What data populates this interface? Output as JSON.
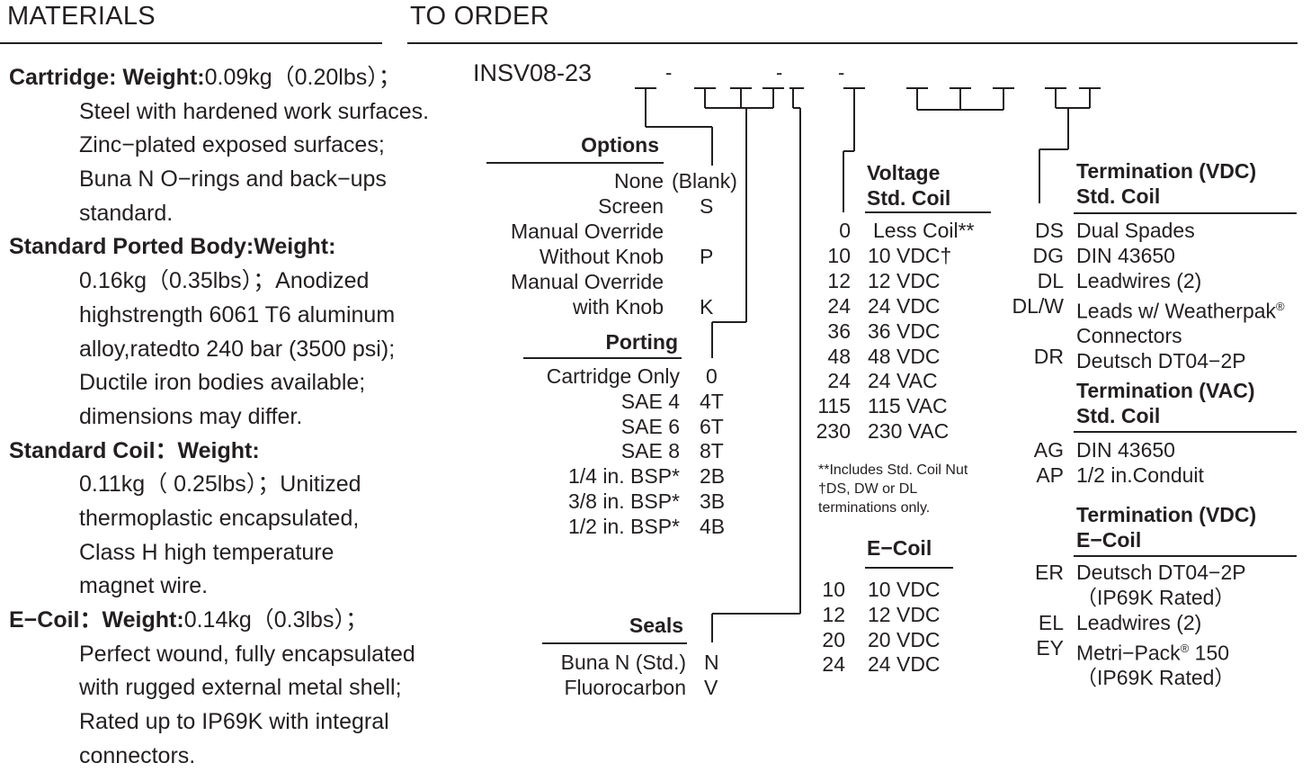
{
  "materials": {
    "title": "MATERIALS",
    "cartridge_label": "Cartridge: Weight:",
    "cartridge_weight": "0.09kg（0.20lbs）；",
    "cartridge_lines": [
      "Steel with hardened work surfaces.",
      "Zinc−plated exposed surfaces;",
      "Buna N O−rings and back−ups",
      "standard."
    ],
    "body_label": "Standard Ported Body:Weight:",
    "body_lines": [
      "0.16kg（0.35lbs）；Anodized",
      "highstrength 6061 T6 aluminum",
      "alloy,ratedto 240 bar (3500 psi);",
      "Ductile iron bodies available;",
      "dimensions may differ."
    ],
    "coil_label": "Standard Coil：Weight:",
    "coil_lines": [
      "0.11kg（ 0.25lbs）；Unitized",
      "thermoplastic encapsulated,",
      "Class H high temperature",
      "magnet wire."
    ],
    "ecoil_label": "E−Coil：Weight:",
    "ecoil_weight": "0.14kg（0.3lbs）；",
    "ecoil_lines": [
      "Perfect wound, fully encapsulated",
      "with rugged external metal shell;",
      "Rated up to IP69K with integral",
      "connectors."
    ]
  },
  "order": {
    "title": "TO ORDER",
    "model": "INSV08-23",
    "dash": "-",
    "options": {
      "header": "Options",
      "items": [
        {
          "name": "None",
          "code": "(Blank)"
        },
        {
          "name": "Screen",
          "code": "S"
        },
        {
          "name": "Manual Override",
          "code": ""
        },
        {
          "name": "Without Knob",
          "code": "P"
        },
        {
          "name": "Manual Override",
          "code": ""
        },
        {
          "name": "with Knob",
          "code": "K"
        }
      ]
    },
    "porting": {
      "header": "Porting",
      "items": [
        {
          "name": "Cartridge Only",
          "code": "0"
        },
        {
          "name": "SAE 4",
          "code": "4T"
        },
        {
          "name": "SAE 6",
          "code": "6T"
        },
        {
          "name": "SAE 8",
          "code": "8T"
        },
        {
          "name": "1/4 in. BSP*",
          "code": "2B"
        },
        {
          "name": "3/8 in. BSP*",
          "code": "3B"
        },
        {
          "name": "1/2 in. BSP*",
          "code": "4B"
        }
      ]
    },
    "seals": {
      "header": "Seals",
      "items": [
        {
          "name": "Buna N (Std.)",
          "code": "N"
        },
        {
          "name": "Fluorocarbon",
          "code": "V"
        }
      ]
    },
    "voltage": {
      "header_line1": "Voltage",
      "header_line2": "Std. Coil",
      "items": [
        {
          "code": "0",
          "name": "Less Coil**"
        },
        {
          "code": "10",
          "name": "10 VDC†"
        },
        {
          "code": "12",
          "name": "12 VDC"
        },
        {
          "code": "24",
          "name": "24 VDC"
        },
        {
          "code": "36",
          "name": "36 VDC"
        },
        {
          "code": "48",
          "name": "48 VDC"
        },
        {
          "code": "24",
          "name": "24 VAC"
        },
        {
          "code": "115",
          "name": "115 VAC"
        },
        {
          "code": "230",
          "name": "230 VAC"
        }
      ],
      "notes": [
        "**Includes Std. Coil Nut",
        "†DS, DW or DL",
        "terminations only."
      ]
    },
    "ecoil": {
      "header": "E−Coil",
      "items": [
        {
          "code": "10",
          "name": "10 VDC"
        },
        {
          "code": "12",
          "name": "12 VDC"
        },
        {
          "code": "20",
          "name": "20 VDC"
        },
        {
          "code": "24",
          "name": "24 VDC"
        }
      ]
    },
    "term_vdc_std": {
      "header_line1": "Termination (VDC)",
      "header_line2": "Std. Coil",
      "items": [
        {
          "code": "DS",
          "name": "Dual Spades"
        },
        {
          "code": "DG",
          "name": "DIN 43650"
        },
        {
          "code": "DL",
          "name": "Leadwires (2)"
        },
        {
          "code": "DL/W",
          "name": "Leads w/ Weatherpak",
          "sup": "®"
        },
        {
          "code": "",
          "name": "Connectors"
        },
        {
          "code": "DR",
          "name": "Deutsch DT04−2P"
        }
      ]
    },
    "term_vac_std": {
      "header_line1": "Termination (VAC)",
      "header_line2": "Std. Coil",
      "items": [
        {
          "code": "AG",
          "name": "DIN 43650"
        },
        {
          "code": "AP",
          "name": "1/2 in.Conduit"
        }
      ]
    },
    "term_vdc_ecoil": {
      "header_line1": "Termination (VDC)",
      "header_line2": "E−Coil",
      "items": [
        {
          "code": "ER",
          "name": "Deutsch DT04−2P"
        },
        {
          "code": "",
          "name": "（IP69K Rated）"
        },
        {
          "code": "EL",
          "name": "Leadwires (2)"
        },
        {
          "code": "EY",
          "name": "Metri−Pack",
          "sup": "®",
          "suffix": " 150"
        },
        {
          "code": "",
          "name": "（IP69K Rated）"
        }
      ]
    }
  }
}
